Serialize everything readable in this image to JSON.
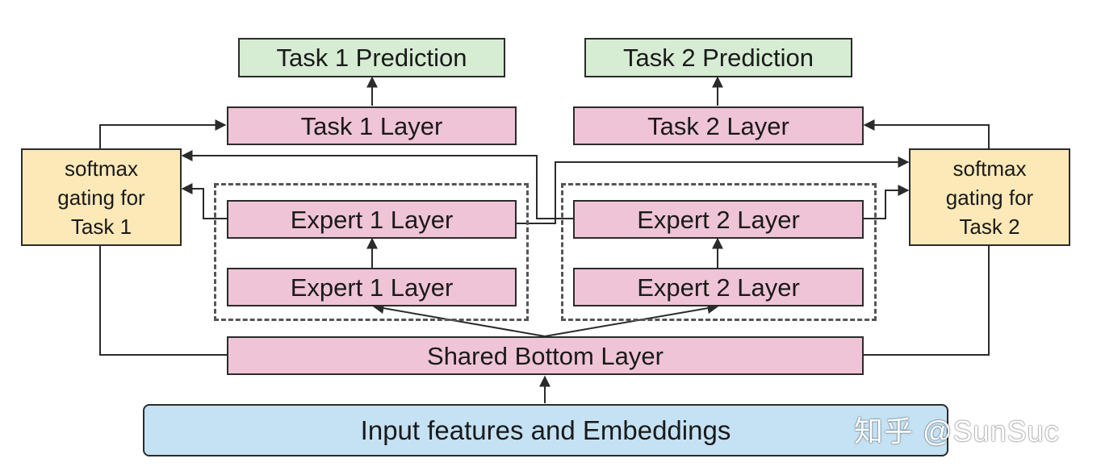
{
  "colors": {
    "layer_fill": "#efc4d6",
    "prediction_fill": "#d6ecd3",
    "gating_fill": "#fde9b8",
    "input_fill": "#c5e2f4",
    "stroke": "#2b2b2b"
  },
  "nodes": {
    "task1_prediction": "Task 1 Prediction",
    "task2_prediction": "Task 2 Prediction",
    "task1_layer": "Task 1 Layer",
    "task2_layer": "Task 2 Layer",
    "gating_task1": "softmax\ngating for\nTask 1",
    "gating_task2": "softmax\ngating for\nTask 2",
    "expert1_upper": "Expert 1 Layer",
    "expert1_lower": "Expert 1 Layer",
    "expert2_upper": "Expert 2 Layer",
    "expert2_lower": "Expert 2 Layer",
    "shared_bottom": "Shared Bottom Layer",
    "input": "Input features and Embeddings"
  },
  "watermark": "知乎 @SunSuc"
}
